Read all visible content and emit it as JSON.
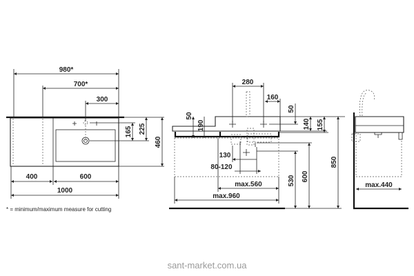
{
  "drawing": {
    "top_view": {
      "dims": {
        "overall_cut": "980*",
        "basin_cut": "700*",
        "tap_offset": "300",
        "tap_to_drain": "165",
        "edge_to_drain": "225",
        "depth": "460",
        "cabinet": "400",
        "basin": "600",
        "total": "1000"
      },
      "footnote": "* = minimum/maximum measure for cutting"
    },
    "front_view": {
      "dims": {
        "tap_spacing": "280",
        "tap_to_edge": "160",
        "top_height": "50",
        "shelf_height": "50",
        "body_height": "190",
        "tap_depth": "140",
        "overall_height": "155",
        "waste_offset": "130",
        "waste_range": "80-120",
        "cabinet_width": "max.560",
        "total_width": "max.960",
        "waste_height": "530",
        "supply_height": "600",
        "rim_height": "850"
      }
    },
    "side_view": {
      "dims": {
        "cabinet_depth": "max.440"
      }
    }
  },
  "watermark": "sant-market.com.ua"
}
